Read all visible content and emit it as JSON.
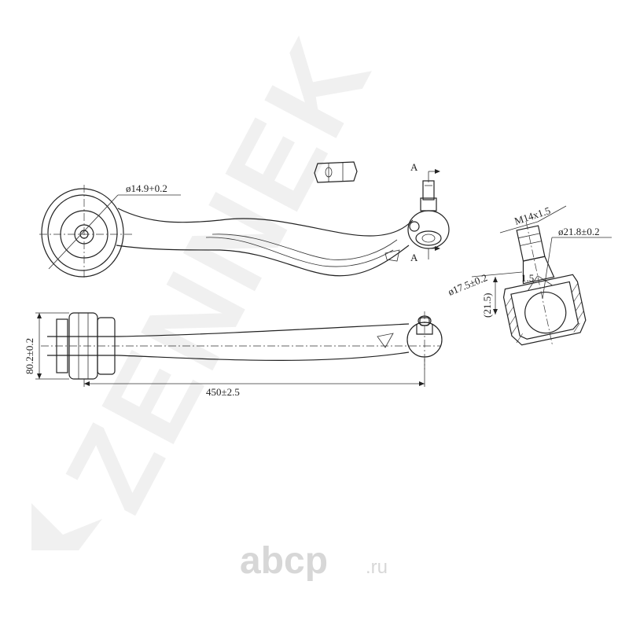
{
  "watermark": {
    "text": "ZENNEK"
  },
  "site_logo": {
    "main": "abcp",
    "suffix": ".ru"
  },
  "labels": {
    "bore_diameter": "ø14.9+0.2",
    "section_marker": "A",
    "thread": "M14x1.5",
    "ball_diameter": "ø21.8±0.2",
    "taper_diameter": "ø17.5±0.2",
    "taper_step": "1.5",
    "taper_length": "(21.5)",
    "bushing_height": "80.2±0.2",
    "arm_length": "450±2.5"
  }
}
